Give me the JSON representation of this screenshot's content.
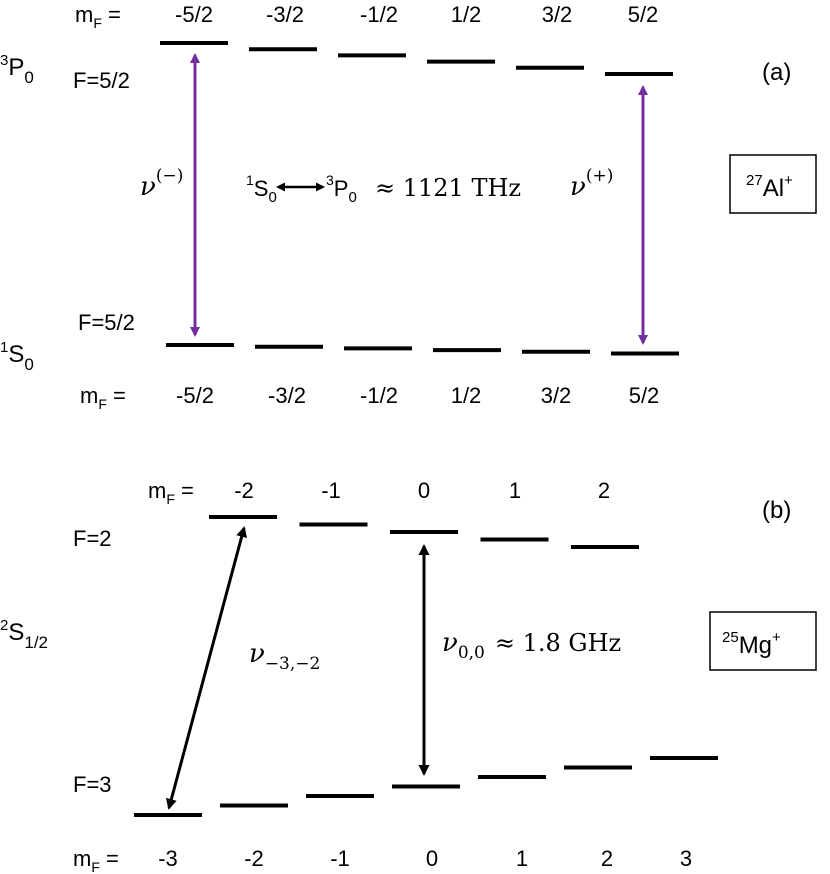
{
  "panel_a": {
    "label": "(a)",
    "upper_state": {
      "pre": "3",
      "base": "P",
      "sub": "0"
    },
    "lower_state": {
      "pre": "1",
      "base": "S",
      "sub": "0"
    },
    "upper_F": "F=5/2",
    "lower_F": "F=5/2",
    "mF_prefix": "m",
    "mF_sub": "F",
    "mF_eq": " = ",
    "mF_values": [
      "-5/2",
      "-3/2",
      "-1/2",
      "1/2",
      "3/2",
      "5/2"
    ],
    "nu_minus": {
      "base": "ν",
      "sup": "(−)"
    },
    "nu_plus": {
      "base": "ν",
      "sup": "(+)"
    },
    "transition": {
      "s_pre": "1",
      "s_base": "S",
      "s_sub": "0",
      "p_pre": "3",
      "p_base": "P",
      "p_sub": "0",
      "approx": "≈ 1121 THz"
    },
    "ion": {
      "mass": "27",
      "element": "Al",
      "charge": "+"
    },
    "arrow_color": "#7030a0"
  },
  "panel_b": {
    "label": "(b)",
    "state": {
      "pre": "2",
      "base": "S",
      "sub": "1/2"
    },
    "upper_F": "F=2",
    "lower_F": "F=3",
    "mF_prefix": "m",
    "mF_sub": "F",
    "mF_eq": " = ",
    "upper_mF_values": [
      "-2",
      "-1",
      "0",
      "1",
      "2"
    ],
    "lower_mF_values": [
      "-3",
      "-2",
      "-1",
      "0",
      "1",
      "2",
      "3"
    ],
    "nu_left": {
      "base": "ν",
      "sub": "−3,−2"
    },
    "nu_center": {
      "base": "ν",
      "sub": "0,0",
      "approx": "≈ 1.8 GHz"
    },
    "ion": {
      "mass": "25",
      "element": "Mg",
      "charge": "+"
    },
    "arrow_color": "#000000"
  }
}
